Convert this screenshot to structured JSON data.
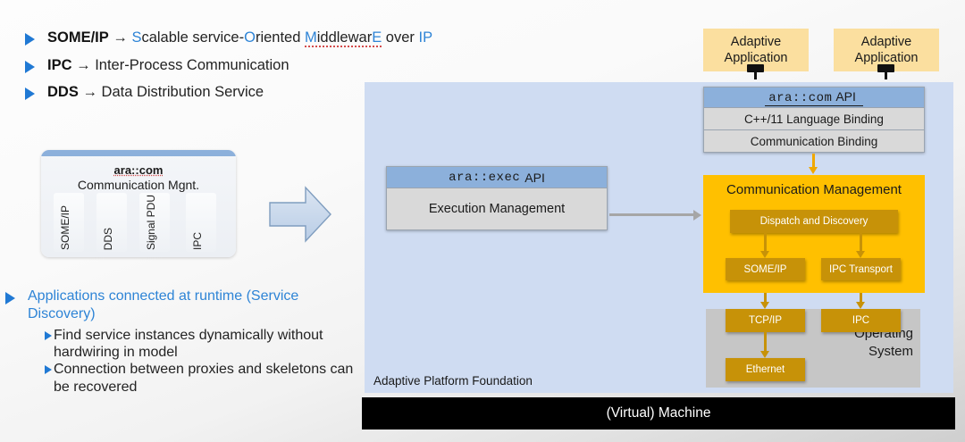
{
  "bullets_top": [
    {
      "term": "SOME/IP",
      "arrow": "→",
      "parts": [
        {
          "t": "S",
          "c": "blue"
        },
        {
          "t": "calable service-",
          "c": "dark"
        },
        {
          "t": "O",
          "c": "blue"
        },
        {
          "t": "riented ",
          "c": "dark"
        },
        {
          "t": "M",
          "c": "blue",
          "spell": true
        },
        {
          "t": "iddlewar",
          "c": "dark",
          "spell": true
        },
        {
          "t": "E",
          "c": "blue",
          "spell": true
        },
        {
          "t": " over ",
          "c": "dark"
        },
        {
          "t": "IP",
          "c": "blue"
        }
      ],
      "plain": "Scalable service-Oriented MiddlewarE over IP"
    },
    {
      "term": "IPC",
      "arrow": "→",
      "plain": "Inter-Process Communication"
    },
    {
      "term": "DDS",
      "arrow": "→",
      "plain": "Data Distribution Service"
    }
  ],
  "ara_card": {
    "title": "ara::com",
    "subtitle": "Communication Mgnt.",
    "stripes": [
      "SOME/IP",
      "DDS",
      "Signal PDU",
      "IPC"
    ]
  },
  "bullets_bottom": {
    "lead": "Applications connected at runtime (Service Discovery)",
    "subs": [
      "Find service instances dynamically without hardwiring in model",
      "Connection between proxies and skeletons can be recovered"
    ]
  },
  "diagram": {
    "adaptive_apps": [
      "Adaptive Application",
      "Adaptive Application"
    ],
    "api_stack": {
      "header_mono": "ara::com",
      "header_word": "API",
      "rows": [
        "C++/11 Language Binding",
        "Communication Binding"
      ]
    },
    "exec_box": {
      "header_mono": "ara::exec",
      "header_word": "API",
      "body": "Execution Management"
    },
    "comm_mgmt": {
      "title": "Communication Management",
      "dispatch": "Dispatch and Discovery",
      "transports": [
        "SOME/IP",
        "IPC Transport"
      ]
    },
    "os": {
      "label": "Operating System",
      "label_line1": "Operating",
      "label_line2": "System",
      "boxes": [
        "TCP/IP",
        "IPC",
        "Ethernet"
      ]
    },
    "panel_label": "Adaptive Platform Foundation",
    "vm_bar": "(Virtual) Machine"
  },
  "colors": {
    "accent_blue": "#2e84d6",
    "bullet_blue": "#2079d4",
    "panel_blue": "#cfdcf2",
    "header_blue": "#8cb0db",
    "orange": "#ffc000",
    "dark_orange": "#c79208",
    "app_yellow": "#fbdf9f",
    "grey_box": "#c6c6c6",
    "row_grey": "#d9d9d9",
    "black": "#000000"
  }
}
